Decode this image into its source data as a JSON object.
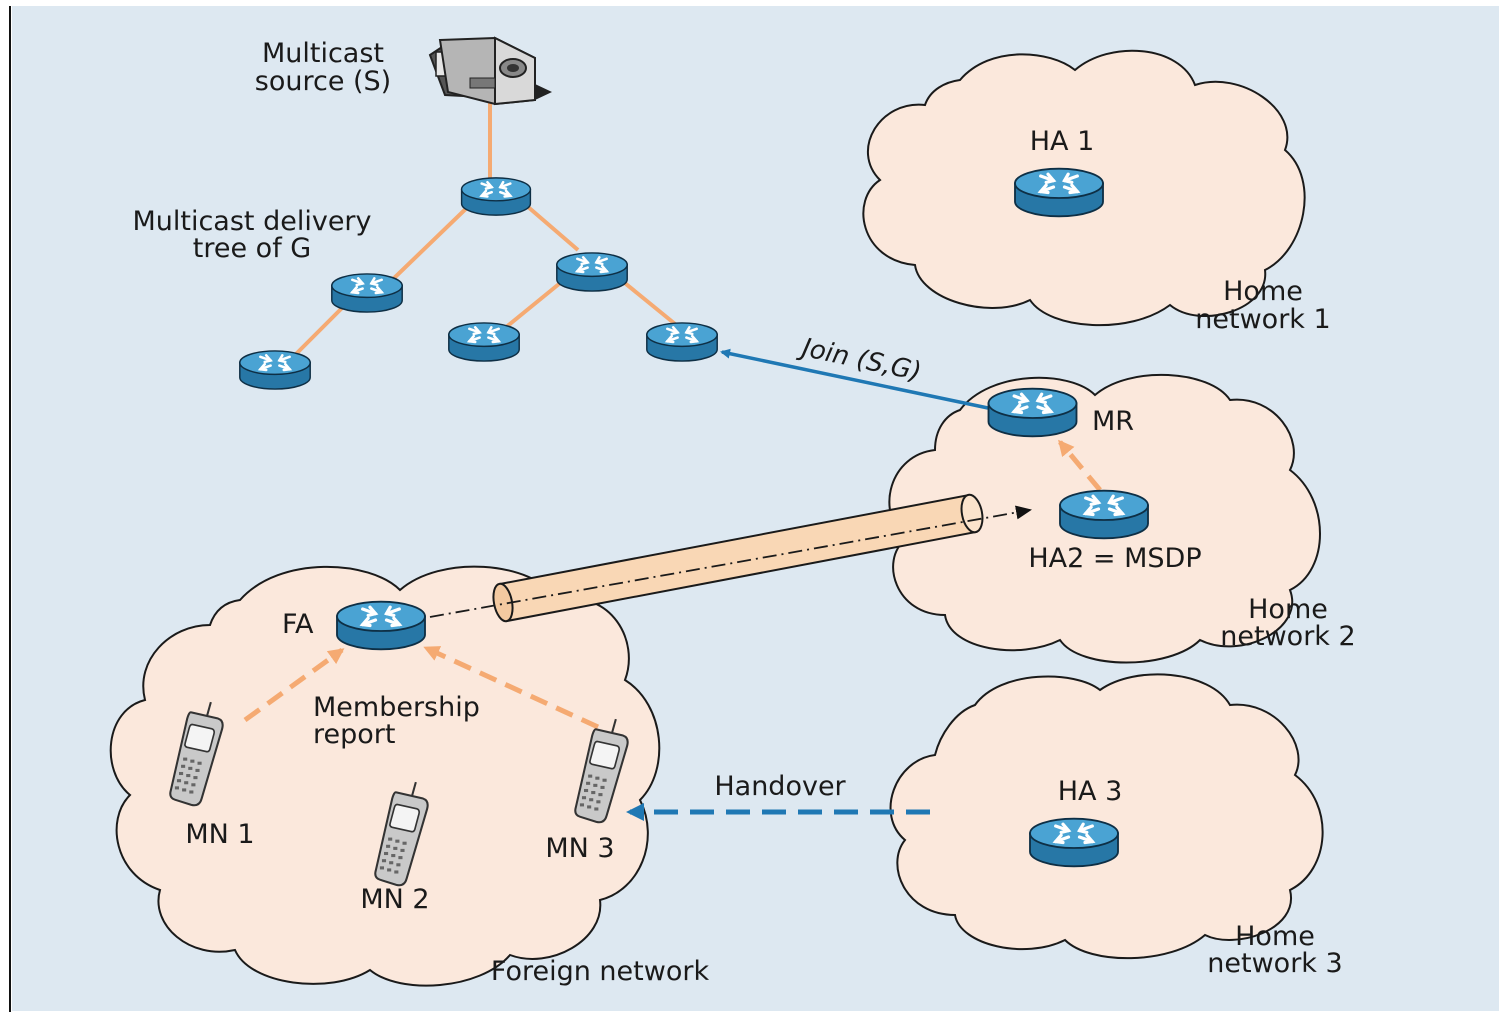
{
  "labels": {
    "source_line1": "Multicast",
    "source_line2": "source (S)",
    "tree_line1": "Multicast delivery",
    "tree_line2": "tree of G",
    "ha1": "HA 1",
    "home1_line1": "Home",
    "home1_line2": "network 1",
    "join": "Join (S,G)",
    "mr": "MR",
    "ha2": "HA2 = MSDP",
    "home2_line1": "Home",
    "home2_line2": "network 2",
    "fa": "FA",
    "membership_line1": "Membership",
    "membership_line2": "report",
    "handover": "Handover",
    "ha3": "HA 3",
    "mn1": "MN 1",
    "mn2": "MN 2",
    "mn3": "MN 3",
    "home3_line1": "Home",
    "home3_line2": "network 3",
    "foreign": "Foreign network"
  },
  "colors": {
    "background": "#dde8f1",
    "cloud_fill": "#fbe8dc",
    "tree_link": "#f5aa72",
    "router": "#2f88b8",
    "join_arrow": "#1f78b4",
    "handover_arrow": "#1f78b4",
    "tunnel": "#f9d7b5"
  },
  "icons": {
    "router": "router-icon",
    "camera": "video-camera-icon",
    "phone": "mobile-phone-icon"
  }
}
